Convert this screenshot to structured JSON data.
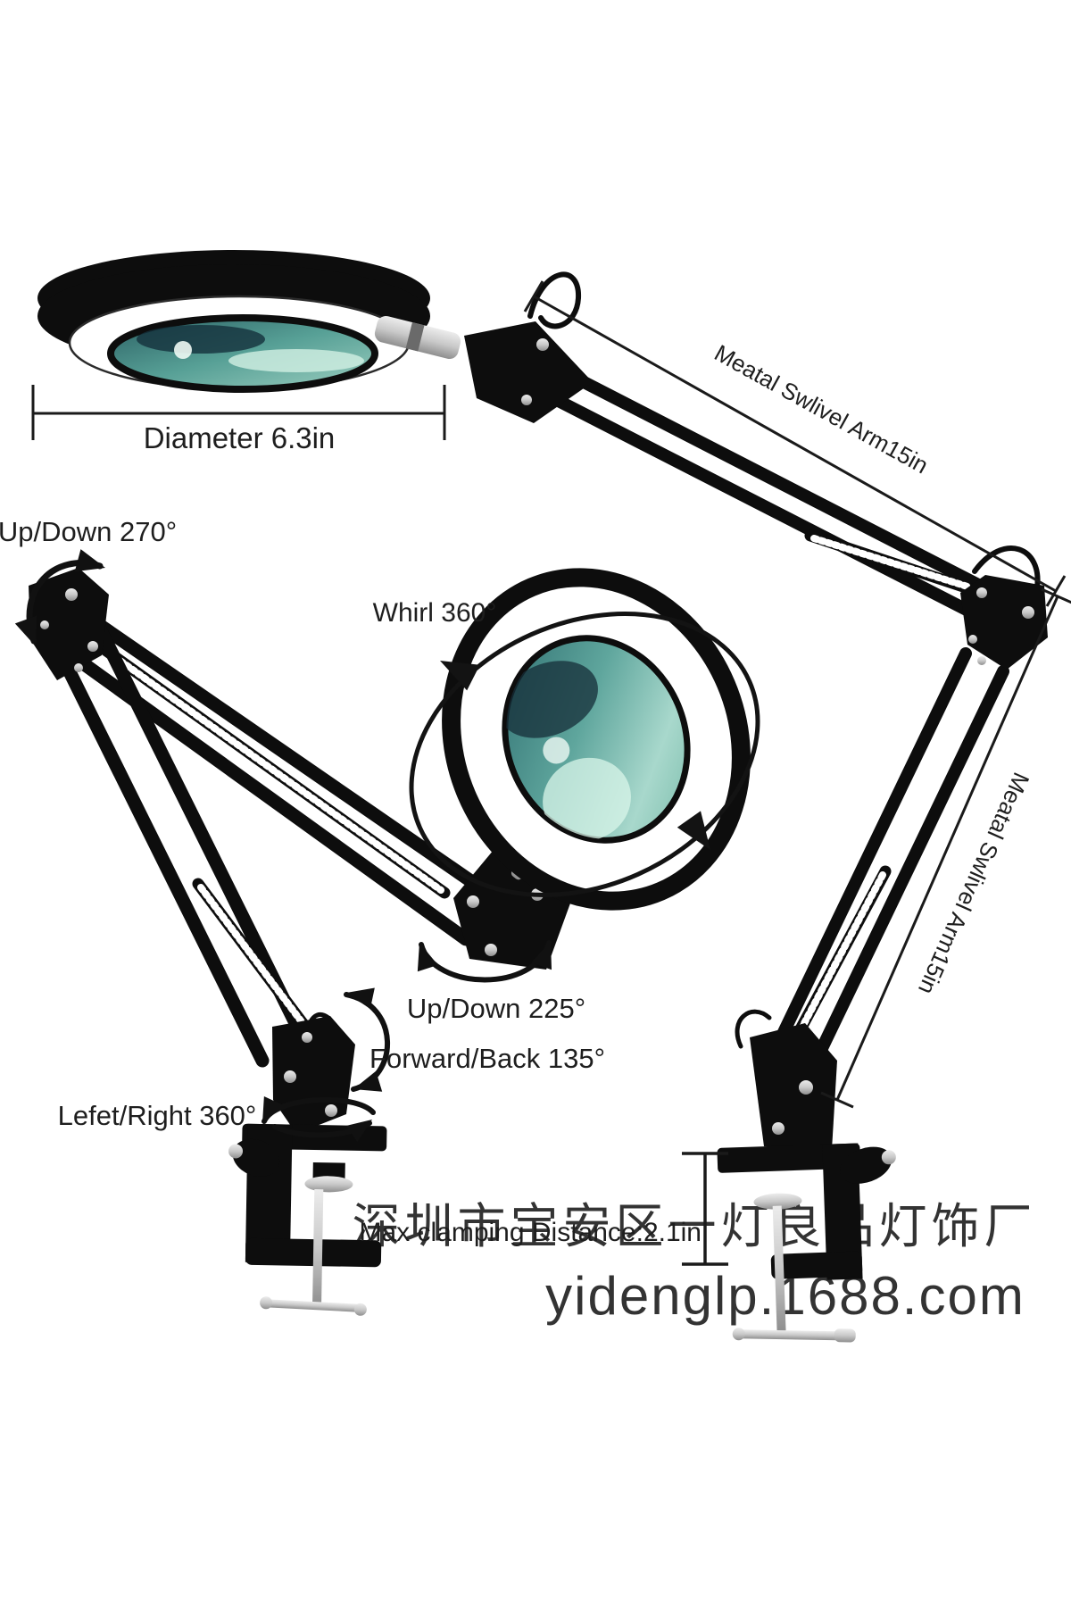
{
  "labels": {
    "diameter": "Diameter 6.3in",
    "arm_top": "Meatal Swlivel Arm15in",
    "arm_right": "Meatal Swlivel Arm15in",
    "up_down_270": "Up/Down 270°",
    "whirl_360": "Whirl 360°",
    "up_down_225": "Up/Down 225°",
    "forward_back_135": "Forward/Back 135°",
    "left_right_360": "Lefet/Right 360°",
    "max_clamping": "Max clamping Distance:2.1in"
  },
  "watermark": {
    "company": "深圳市宝安区一灯良品灯饰厂",
    "url": "yidenglp.1688.com",
    "color": "#d7d7d7"
  },
  "colors": {
    "ink": "#1e1e1e",
    "lamp_black": "#0d0d0d",
    "metal_light": "#ececec",
    "metal_dark": "#8f8f8f",
    "lens_dark": "#2a5f63",
    "lens_mid": "#57a096",
    "lens_light": "#9ccfc0",
    "lens_highlight": "#d9f6ea",
    "lens_shadow": "#14313c"
  }
}
